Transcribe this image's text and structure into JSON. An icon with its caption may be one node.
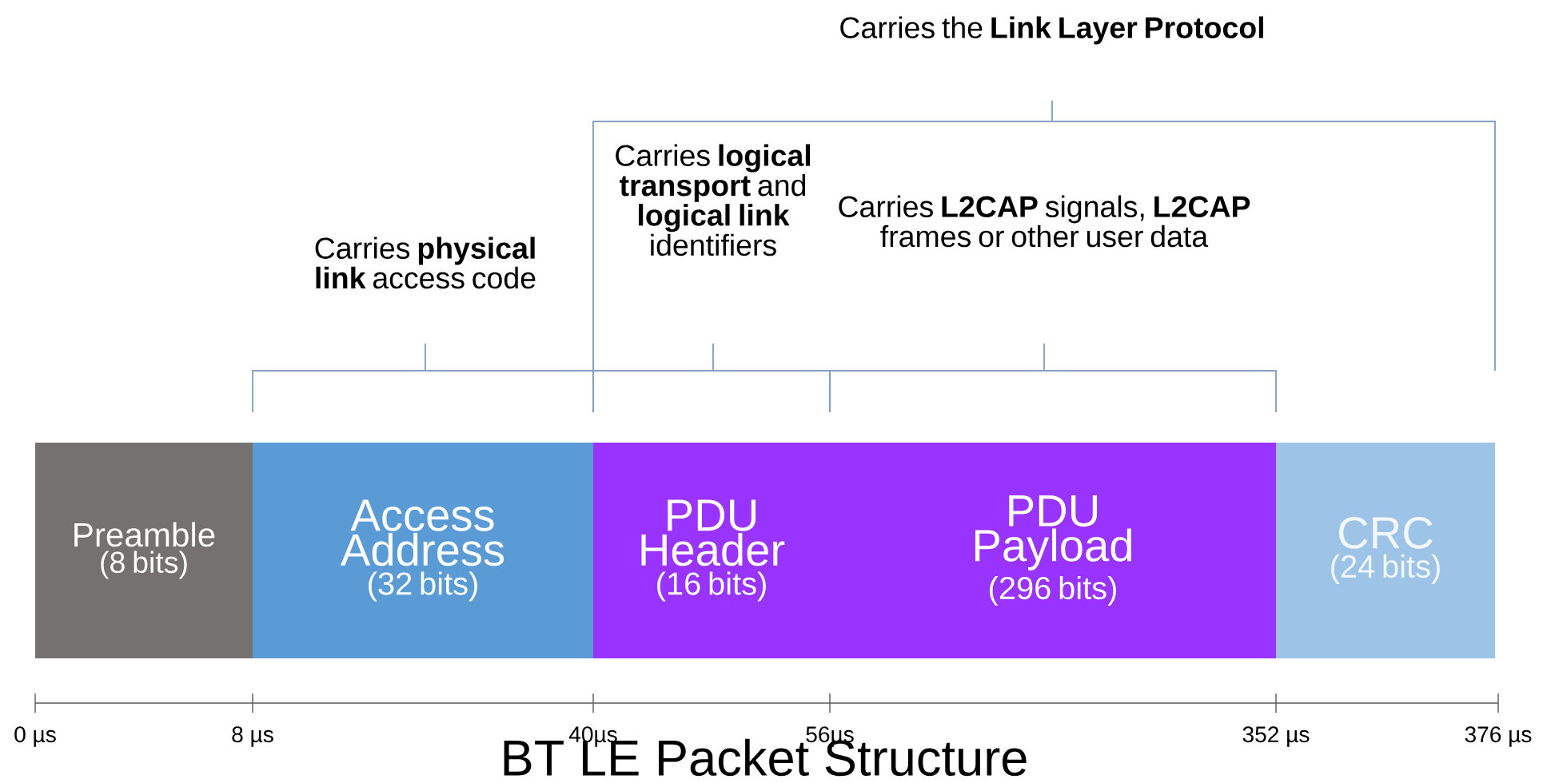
{
  "diagram": {
    "caption": "BT LE Packet Structure",
    "nodes": [
      {
        "text": [
          "Preamble",
          "(8 bits)"
        ]
      },
      {
        "text": [
          "Access Address",
          "(32 bits)"
        ]
      },
      {
        "text": [
          "PDU Header",
          "(16 bits)"
        ]
      },
      {
        "text": [
          "PDU Payload",
          "(296 bits)"
        ]
      },
      {
        "text": [
          "CRC",
          "(24 bits)"
        ]
      }
    ],
    "labels": [
      "Carries the **Link Layer Protocol**",
      "Carries **logical transport** and **logical link** identifiers",
      "Carries **physical link** access code",
      "Carries **L2CAP** signals, **L2CAP** frames or other user data",
      "0 µs",
      "8 µs",
      "40µs",
      "56µs",
      "352 µs",
      "376 µs"
    ]
  }
}
